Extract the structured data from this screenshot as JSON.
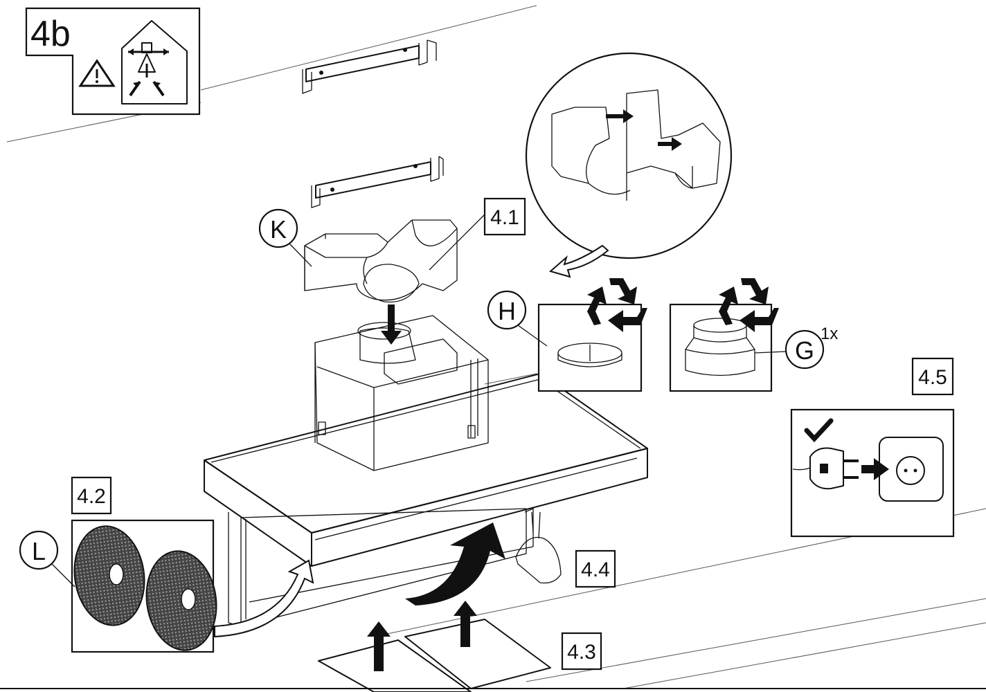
{
  "step_badge": "4b",
  "labels": {
    "k": "K",
    "h": "H",
    "g": "G",
    "g_qty": "1x",
    "l": "L"
  },
  "steps": {
    "s41": "4.1",
    "s42": "4.2",
    "s43": "4.3",
    "s44": "4.4",
    "s45": "4.5"
  },
  "icons": [
    "warning-triangle-icon",
    "room-ventilation-icon",
    "recycle-icon",
    "checkmark-icon",
    "power-plug-icon",
    "wall-socket-icon"
  ]
}
